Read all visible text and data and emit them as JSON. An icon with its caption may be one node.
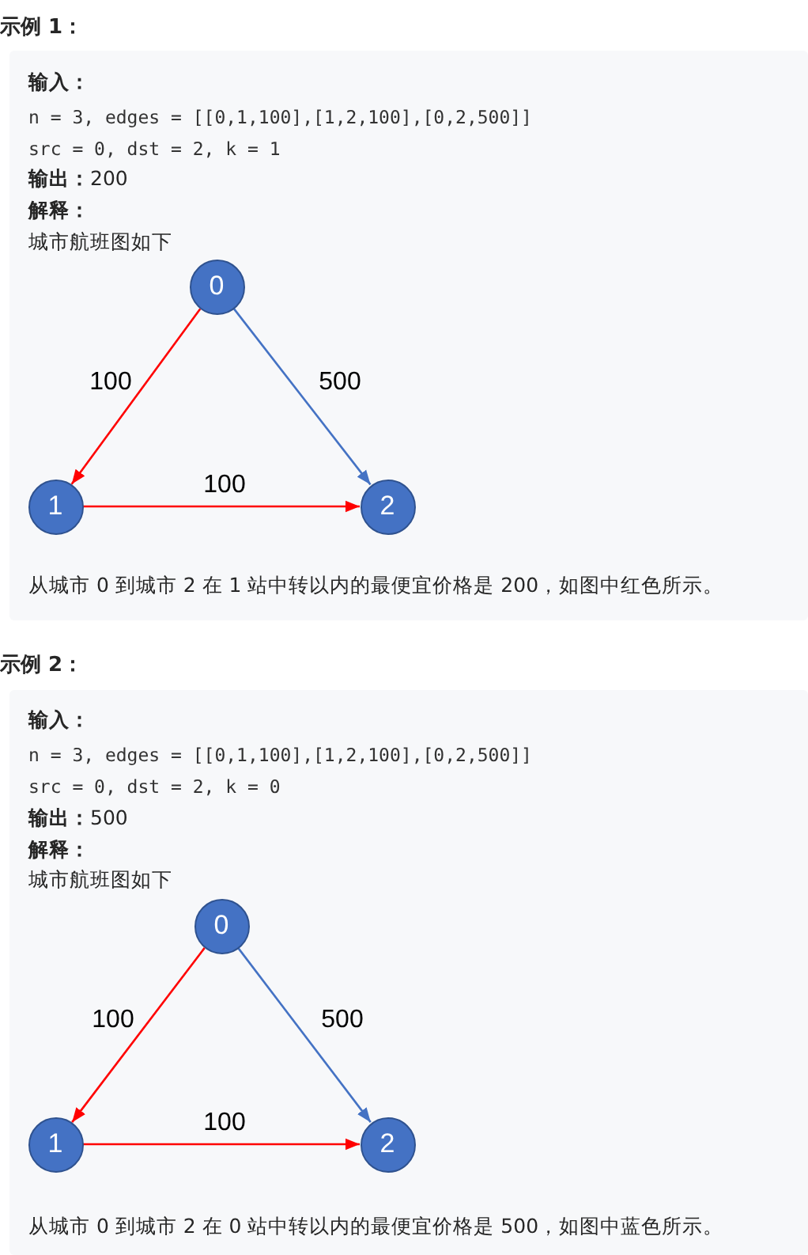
{
  "diagram": {
    "nodes": [
      {
        "text": [
          "示例 1：",
          "输入：",
          "n = 3, edges = [[0,1,100],[1,2,100],[0,2,500]]",
          "src = 0, dst = 2, k = 1",
          "**输出：**200",
          "解释：",
          "城市航班图如下",
          "从城市 0 到城市 2 在 1 站中转以内的最便宜价格是 200，如图中红色所示。"
        ]
      },
      {
        "text": [
          "0"
        ],
        "in": 0
      },
      {
        "text": [
          "1"
        ],
        "in": 0
      },
      {
        "text": [
          "2"
        ],
        "in": 0
      },
      {
        "text": [
          "示例 2：",
          "输入：",
          "n = 3, edges = [[0,1,100],[1,2,100],[0,2,500]]",
          "src = 0, dst = 2, k = 0",
          "**输出：**500",
          "解释：",
          "城市航班图如下",
          "从城市 0 到城市 2 在 0 站中转以内的最便宜价格是 500，如图中蓝色所示。"
        ]
      },
      {
        "text": [
          "0"
        ],
        "in": 4
      },
      {
        "text": [
          "1"
        ],
        "in": 4
      },
      {
        "text": [
          "2"
        ],
        "in": 4
      }
    ],
    "edges": [
      {
        "from": 1,
        "to": 2,
        "arrow": "to",
        "label": "100",
        "color": "#ff0000"
      },
      {
        "from": 1,
        "to": 3,
        "arrow": "to",
        "label": "500",
        "color": "#4472c4"
      },
      {
        "from": 2,
        "to": 3,
        "arrow": "to",
        "label": "100",
        "color": "#ff0000"
      },
      {
        "from": 5,
        "to": 6,
        "arrow": "to",
        "label": "100",
        "color": "#ff0000"
      },
      {
        "from": 5,
        "to": 7,
        "arrow": "to",
        "label": "500",
        "color": "#4472c4"
      },
      {
        "from": 6,
        "to": 7,
        "arrow": "to",
        "label": "100",
        "color": "#ff0000"
      }
    ]
  }
}
